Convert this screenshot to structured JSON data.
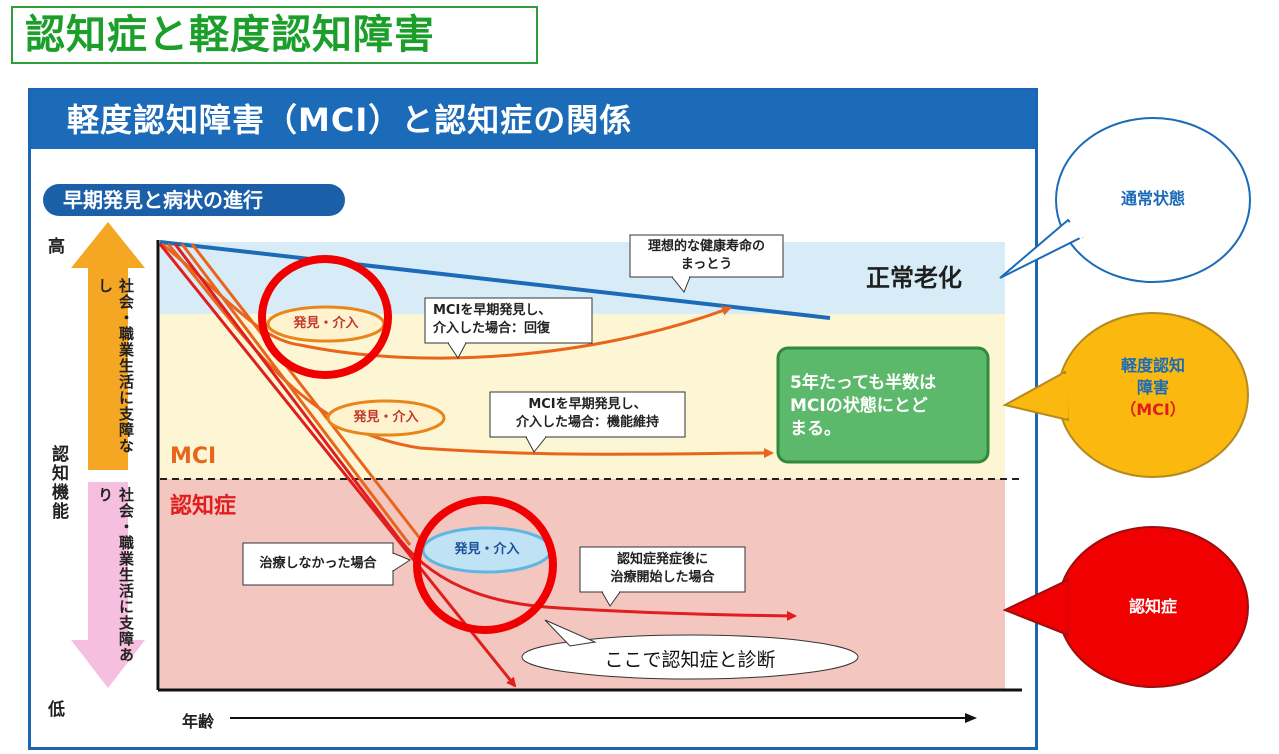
{
  "title": "認知症と軽度認知障害",
  "panel": {
    "header": "軽度認知障害（MCI）と認知症の関係",
    "section_label": "早期発見と病状の進行"
  },
  "axis": {
    "high": "高",
    "low": "低",
    "y_label": "認知機能",
    "x_label": "年齢",
    "upper_arrow_text": "社会・職業生活に支障なし",
    "lower_arrow_text": "社会・職業生活に支障あり"
  },
  "bands": {
    "normal": "正常老化",
    "mci": "MCI",
    "dementia": "認知症"
  },
  "callouts": {
    "ideal": "理想的な健康寿命のまっとう",
    "ideal_l1": "理想的な健康寿命の",
    "ideal_l2": "まっとう",
    "recovery_l1": "MCIを早期発見し、",
    "recovery_l2": "介入した場合：回復",
    "maintain_l1": "MCIを早期発見し、",
    "maintain_l2": "介入した場合：機能維持",
    "no_treatment": "治療しなかった場合",
    "after_onset_l1": "認知症発症後に",
    "after_onset_l2": "治療開始した場合",
    "diagnosis": "ここで認知症と診断"
  },
  "ovals": {
    "detect1": "発見・介入",
    "detect2": "発見・介入",
    "detect3": "発見・介入"
  },
  "green_box": {
    "l1": "5年たっても半数は",
    "l2": "MCIの状態にとど",
    "l3": "まる。"
  },
  "side_bubbles": {
    "normal": "通常状態",
    "mci_l1": "軽度認知",
    "mci_l2": "障害",
    "mci_l3": "（MCI）",
    "dementia": "認知症"
  },
  "colors": {
    "panel_blue": "#1c6bb8",
    "normal_band": "#d8ecf8",
    "mci_band": "#fdf6d5",
    "dementia_band": "#f4c6c0",
    "orange_line": "#e8651b",
    "red_line": "#e01e1e",
    "green_box": "#5cb86a"
  }
}
